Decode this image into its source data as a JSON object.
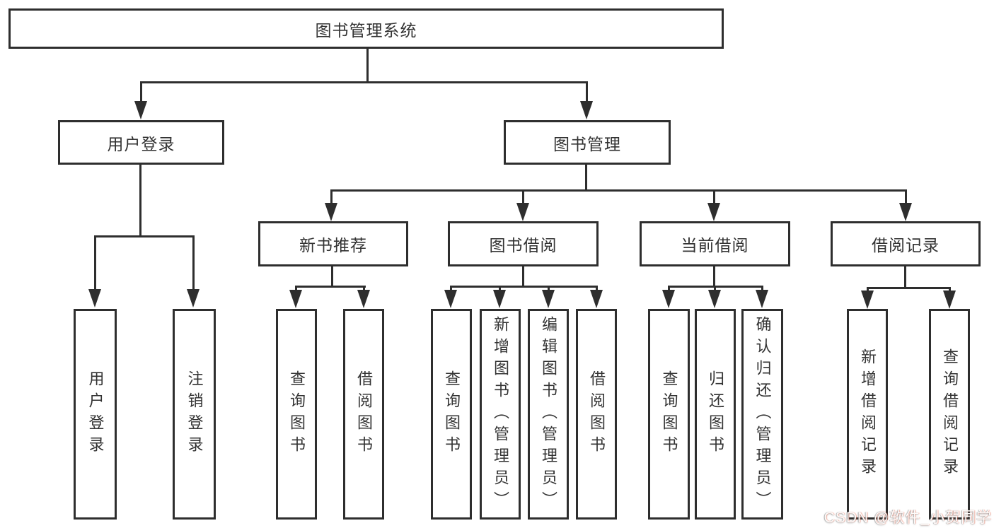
{
  "tree": {
    "root": {
      "label": "图书管理系统"
    },
    "branches": [
      {
        "label": "用户登录",
        "children": [
          {
            "label": "用户登录"
          },
          {
            "label": "注销登录"
          }
        ]
      },
      {
        "label": "图书管理",
        "children": [
          {
            "label": "新书推荐",
            "children": [
              {
                "label": "查询图书"
              },
              {
                "label": "借阅图书"
              }
            ]
          },
          {
            "label": "图书借阅",
            "children": [
              {
                "label": "查询图书"
              },
              {
                "label": "新增图书（管理员）"
              },
              {
                "label": "编辑图书（管理员）"
              },
              {
                "label": "借阅图书"
              }
            ]
          },
          {
            "label": "当前借阅",
            "children": [
              {
                "label": "查询图书"
              },
              {
                "label": "归还图书"
              },
              {
                "label": "确认归还（管理员）"
              }
            ]
          },
          {
            "label": "借阅记录",
            "children": [
              {
                "label": "新增借阅记录"
              },
              {
                "label": "查询借阅记录"
              }
            ]
          }
        ]
      }
    ]
  },
  "watermark": {
    "text": "CSDN @软件_小贺同学"
  },
  "colors": {
    "line": "#2e2e2e",
    "box_border": "#2e2e2e",
    "box_fill": "#ffffff",
    "text": "#333333",
    "background": "#ffffff",
    "watermark_text": "#fdfbfa",
    "watermark_accent": "#fc5531"
  }
}
